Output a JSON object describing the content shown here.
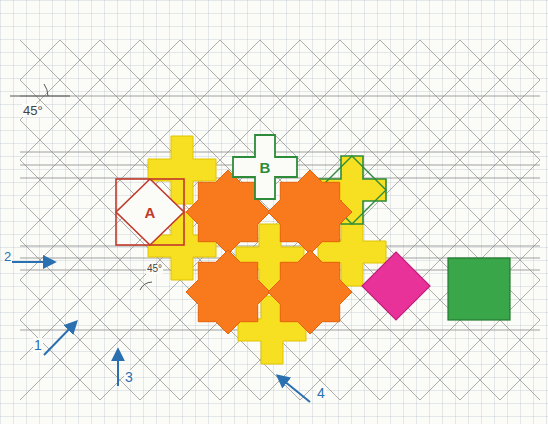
{
  "diagram": {
    "nodes": [
      {
        "text": [
          "A"
        ]
      },
      {
        "text": [
          "B"
        ]
      }
    ],
    "labels": [
      "45°",
      "45°",
      "2",
      "1",
      "3",
      "4"
    ]
  }
}
